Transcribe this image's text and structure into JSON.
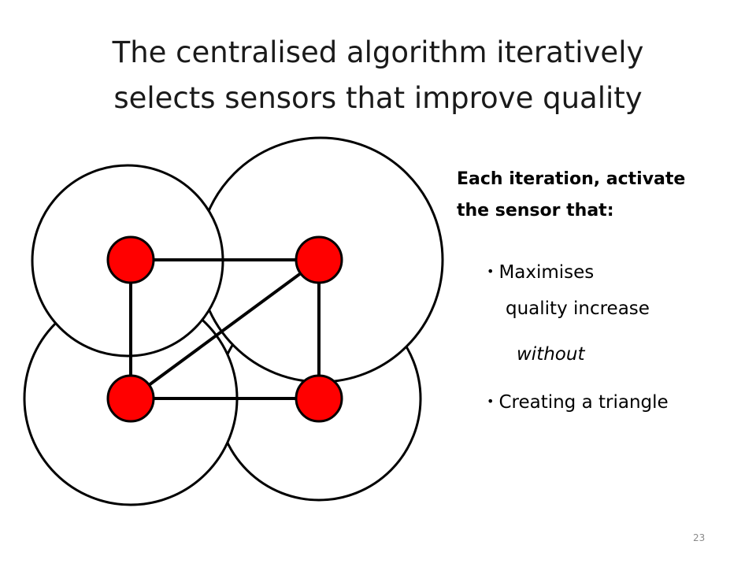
{
  "slide": {
    "title_line1": "The centralised algorithm iteratively",
    "title_line2": "selects sensors that improve quality",
    "heading_line1": "Each iteration, activate",
    "heading_line2": "the sensor that:",
    "bullet1_line1": "Maximises",
    "bullet1_line2": "quality increase",
    "connector": "without",
    "bullet2": "Creating a triangle",
    "page_number": "23"
  },
  "colors": {
    "sensor_fill": "#ff0000",
    "outline": "#000000",
    "text": "#000000"
  },
  "diagram": {
    "sensors": [
      "sensor-top-left",
      "sensor-top-right",
      "sensor-bottom-left",
      "sensor-bottom-right"
    ],
    "links": [
      [
        "sensor-top-left",
        "sensor-top-right"
      ],
      [
        "sensor-top-left",
        "sensor-bottom-left"
      ],
      [
        "sensor-top-right",
        "sensor-bottom-right"
      ],
      [
        "sensor-bottom-left",
        "sensor-bottom-right"
      ],
      [
        "sensor-bottom-left",
        "sensor-top-right"
      ]
    ]
  }
}
